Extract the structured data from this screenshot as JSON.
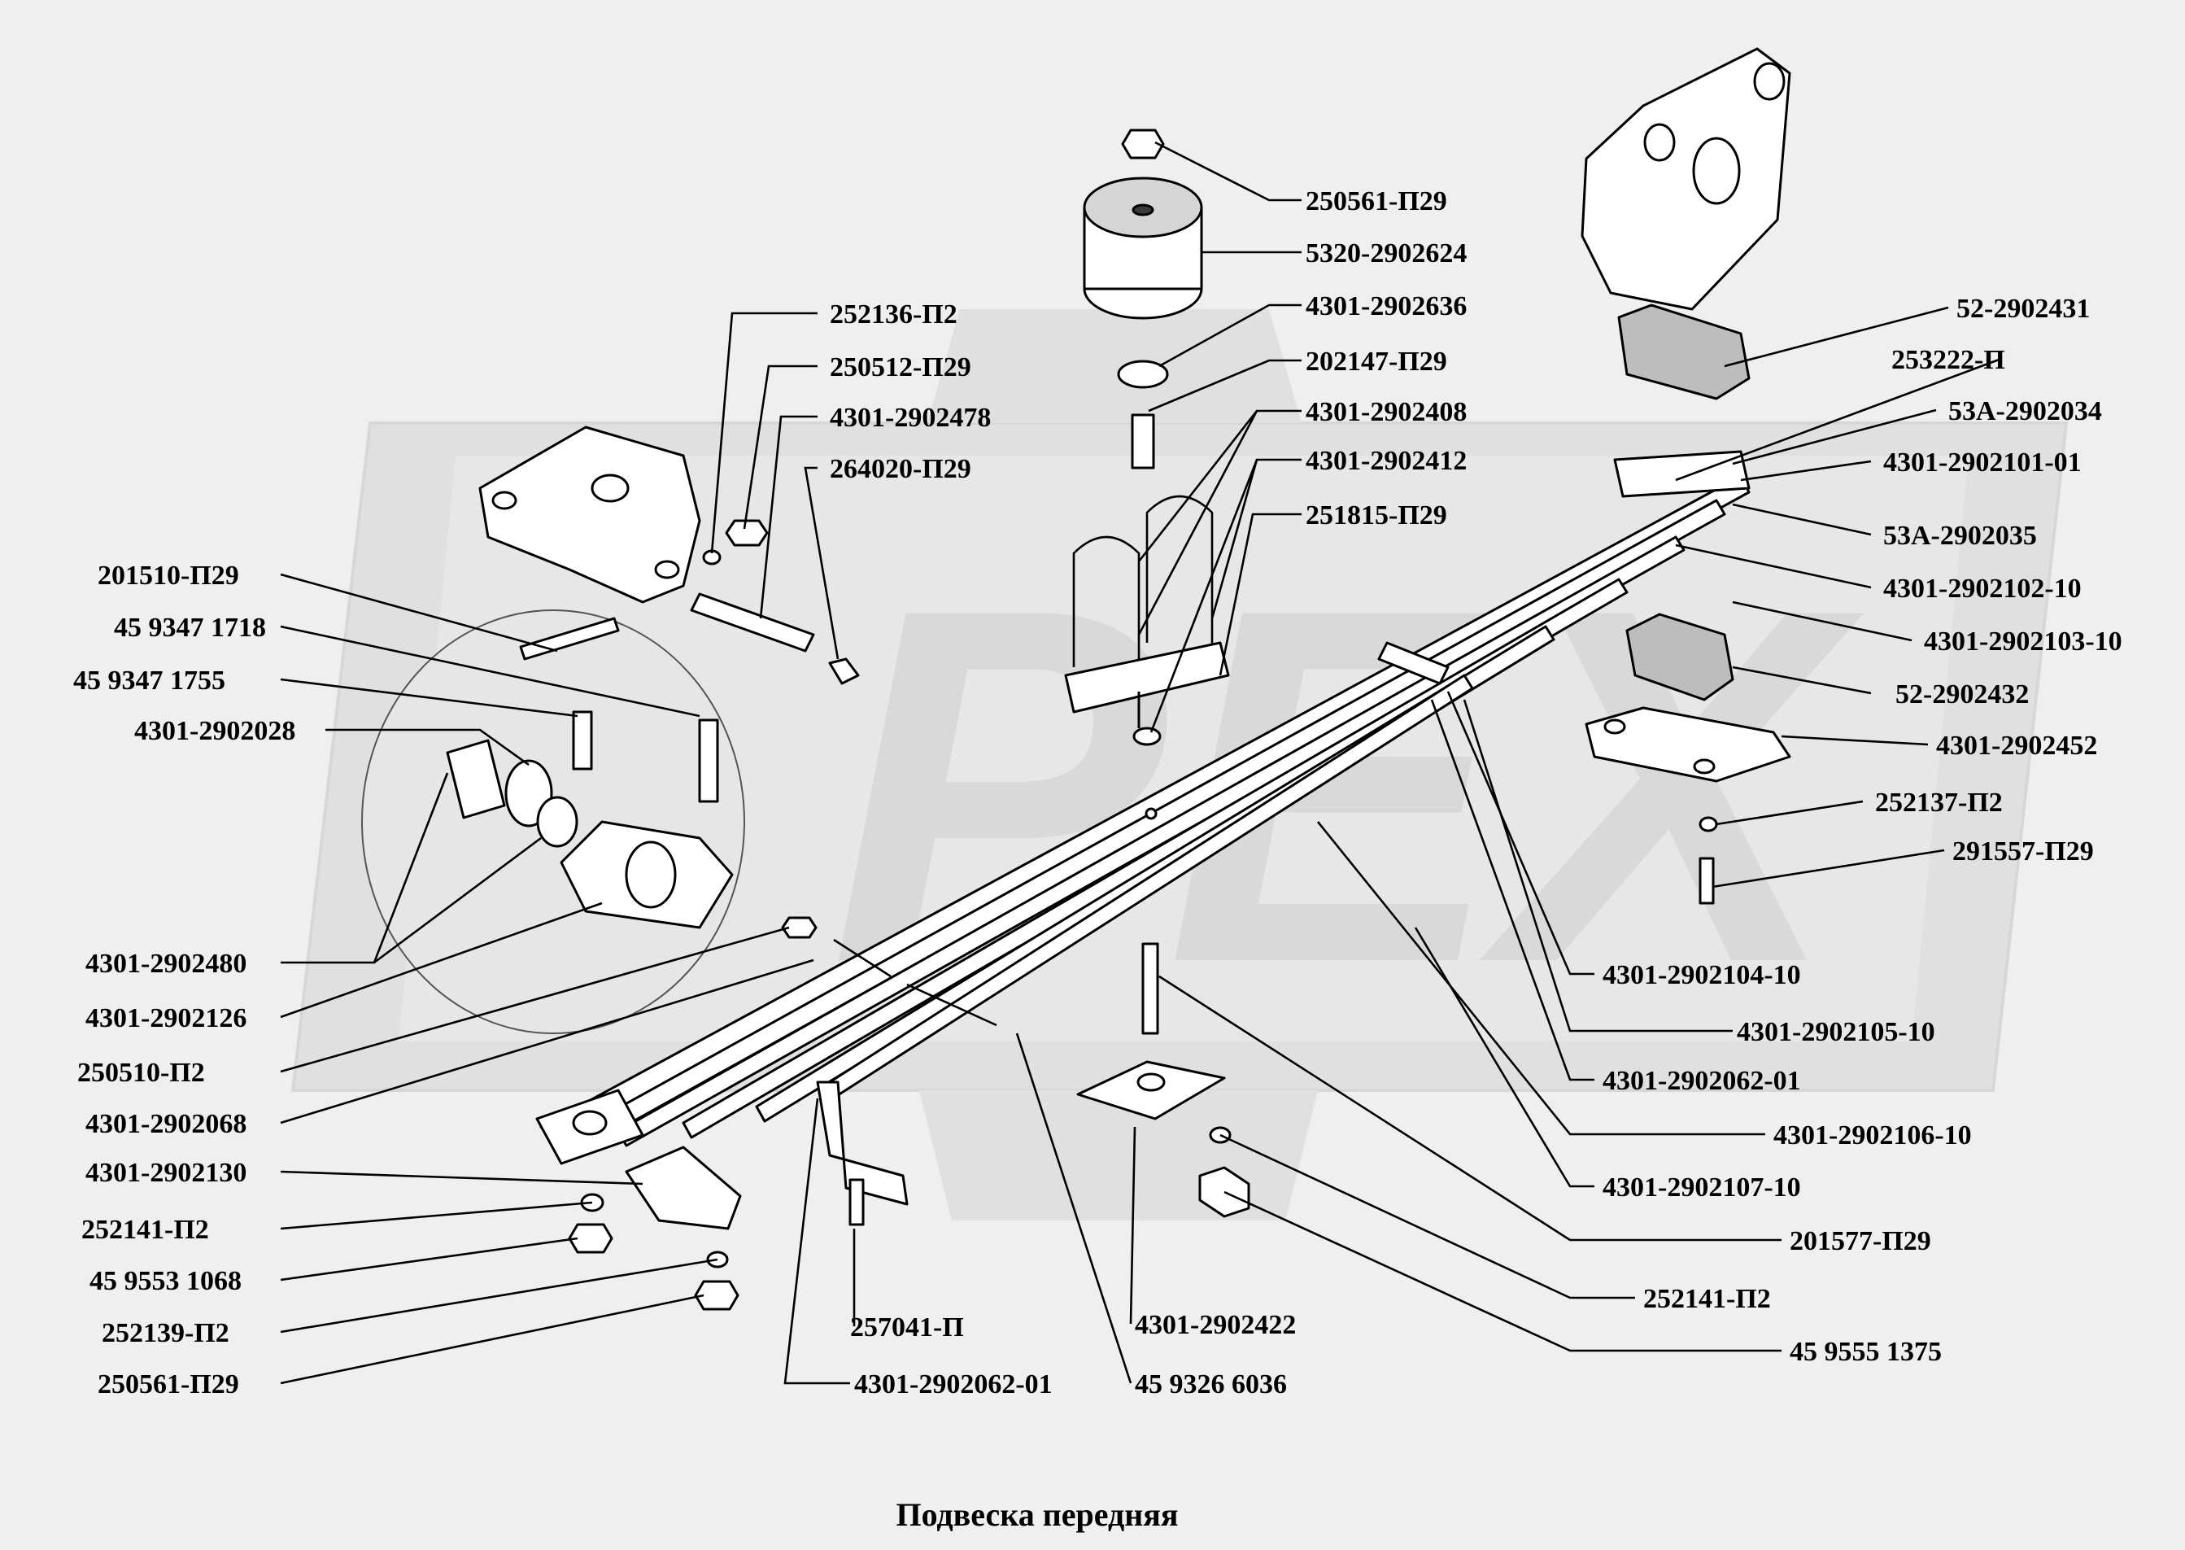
{
  "caption": "Подвеска передняя",
  "watermark": "PEX",
  "labels": {
    "l01": "250561-П29",
    "l02": "5320-2902624",
    "l03": "4301-2902636",
    "l04": "202147-П29",
    "l05": "4301-2902408",
    "l06": "4301-2902412",
    "l07": "251815-П29",
    "l08": "252136-П2",
    "l09": "250512-П29",
    "l10": "4301-2902478",
    "l11": "264020-П29",
    "l12": "201510-П29",
    "l13": "45 9347 1718",
    "l14": "45 9347 1755",
    "l15": "4301-2902028",
    "l16": "4301-2902480",
    "l17": "4301-2902126",
    "l18": "250510-П2",
    "l19": "4301-2902068",
    "l20": "4301-2902130",
    "l21": "252141-П2",
    "l22": "45 9553 1068",
    "l23": "252139-П2",
    "l24": "250561-П29",
    "l25": "257041-П",
    "l26": "4301-2902062-01",
    "l27": "4301-2902422",
    "l28": "45 9326 6036",
    "l29": "52-2902431",
    "l30": "253222-П",
    "l31": "53А-2902034",
    "l32": "4301-2902101-01",
    "l33": "53А-2902035",
    "l34": "4301-2902102-10",
    "l35": "4301-2902103-10",
    "l36": "52-2902432",
    "l37": "4301-2902452",
    "l38": "252137-П2",
    "l39": "291557-П29",
    "l40": "4301-2902104-10",
    "l41": "4301-2902105-10",
    "l42": "4301-2902062-01",
    "l43": "4301-2902106-10",
    "l44": "4301-2902107-10",
    "l45": "201577-П29",
    "l46": "252141-П2",
    "l47": "45 9555 1375"
  }
}
